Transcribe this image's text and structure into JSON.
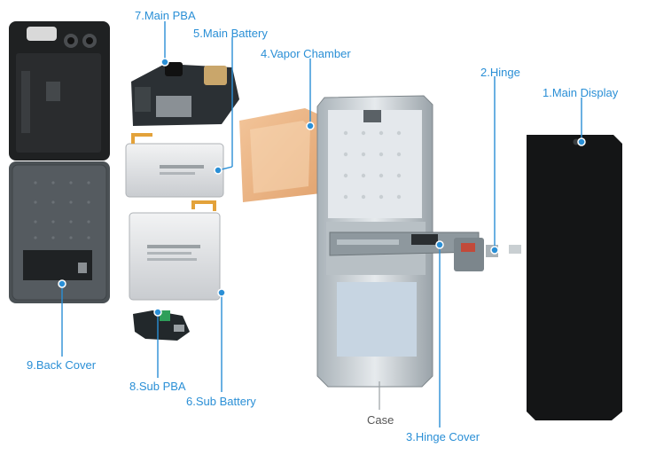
{
  "colors": {
    "accent": "#2a8fd6",
    "case_label": "#555555"
  },
  "labels": {
    "main_pba": "7.Main PBA",
    "main_battery": "5.Main Battery",
    "vapor_chamber": "4.Vapor Chamber",
    "hinge": "2.Hinge",
    "main_display": "1.Main Display",
    "back_cover": "9.Back Cover",
    "sub_pba": "8.Sub PBA",
    "sub_battery": "6.Sub Battery",
    "case": "Case",
    "hinge_cover": "3.Hinge Cover"
  }
}
